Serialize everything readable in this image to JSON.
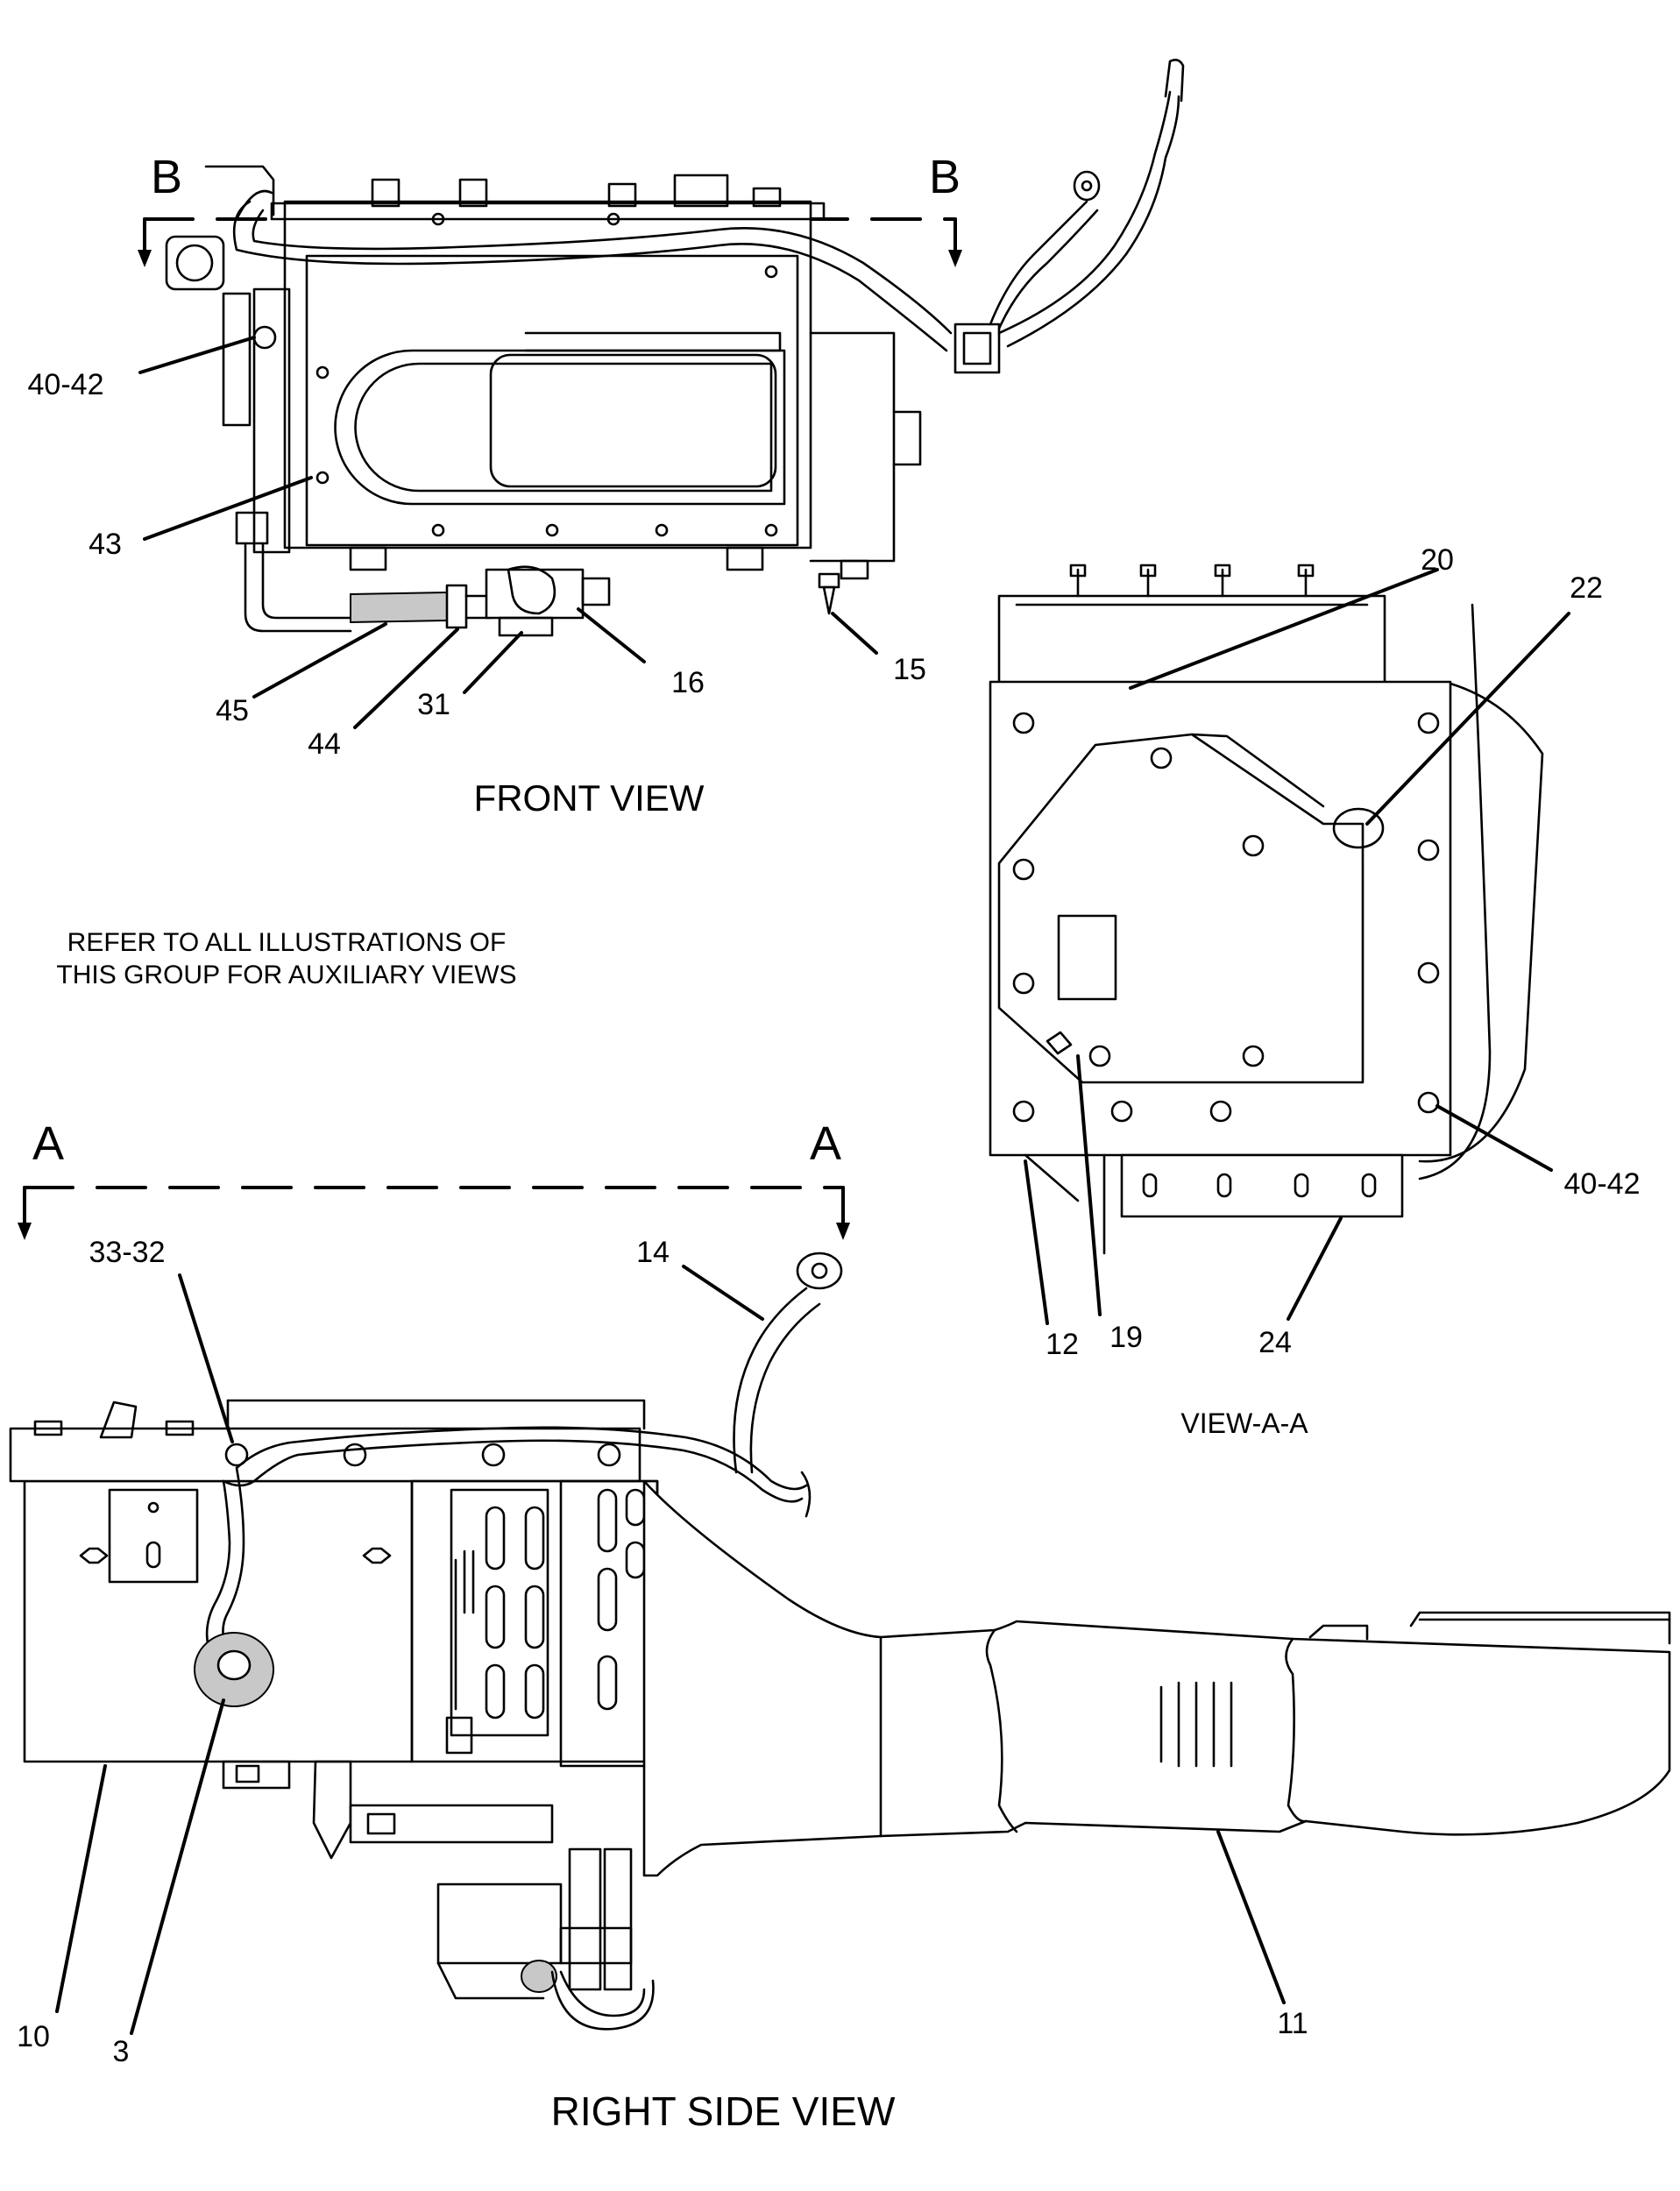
{
  "views": {
    "front": {
      "title": "FRONT VIEW",
      "section_mark": "B",
      "callouts": {
        "c40_42": "40-42",
        "c43": "43",
        "c45": "45",
        "c44": "44",
        "c31": "31",
        "c16": "16",
        "c15": "15"
      }
    },
    "view_aa": {
      "title": "VIEW-A-A",
      "callouts": {
        "c20": "20",
        "c22": "22",
        "c40_42": "40-42",
        "c12": "12",
        "c19": "19",
        "c24": "24"
      }
    },
    "right_side": {
      "title": "RIGHT SIDE VIEW",
      "section_mark": "A",
      "callouts": {
        "c33_32": "33-32",
        "c14": "14",
        "c10": "10",
        "c3": "3",
        "c11": "11"
      }
    }
  },
  "note": {
    "line1": "REFER TO ALL ILLUSTRATIONS OF",
    "line2": "THIS GROUP FOR AUXILIARY VIEWS"
  }
}
